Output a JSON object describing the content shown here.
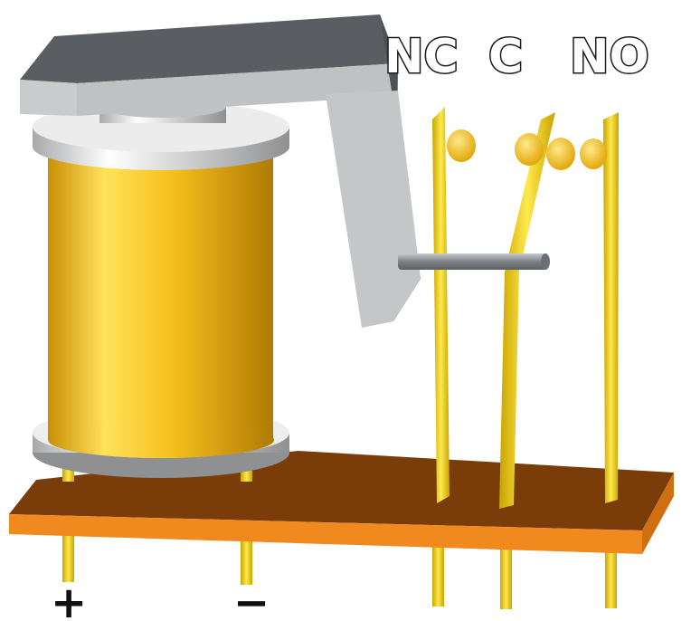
{
  "labels": {
    "nc": "NC",
    "c": "C",
    "no": "NO",
    "plus": "+",
    "minus": "−"
  },
  "colors": {
    "coil": "#f2be1a",
    "board_top": "#7a3d0a",
    "board_edge": "#f08a1e",
    "armature_dark": "#5a5d61",
    "armature_light": "#c9cbcc",
    "spool": "#d9dadc",
    "pin": "#f4d21a",
    "rod": "#8a8e92"
  }
}
